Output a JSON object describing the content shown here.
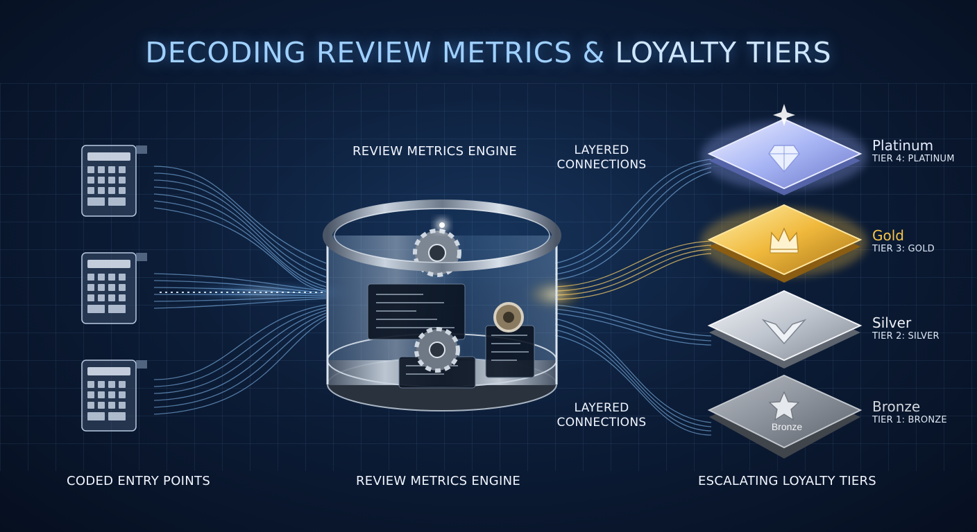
{
  "title": {
    "part1": "DECODING REVIEW METRICS & ",
    "part2": "LOYALTY TIERS"
  },
  "labels": {
    "engine_top": "REVIEW METRICS ENGINE",
    "layered_top_1": "LAYERED",
    "layered_top_2": "CONNECTIONS",
    "layered_bottom_1": "LAYERED",
    "layered_bottom_2": "CONNECTIONS",
    "entry_points": "CODED ENTRY POINTS",
    "engine_bottom": "REVIEW METRICS ENGINE",
    "loyalty_tiers": "ESCALATING LOYALTY TIERS"
  },
  "entry_points": [
    {
      "icon": "calculator-icon"
    },
    {
      "icon": "calculator-icon"
    },
    {
      "icon": "calculator-icon"
    }
  ],
  "tiers": [
    {
      "name": "Platinum",
      "sub": "TIER 4: PLATINUM",
      "icon": "diamond-icon",
      "color": "#b9c6ff"
    },
    {
      "name": "Gold",
      "sub": "TIER 3: GOLD",
      "icon": "crown-icon",
      "color": "#f5c84a"
    },
    {
      "name": "Silver",
      "sub": "TIER 2: SILVER",
      "icon": "wings-icon",
      "color": "#c9ced6"
    },
    {
      "name": "Bronze",
      "sub": "TIER 1: BRONZE",
      "icon": "star-icon",
      "color": "#8e939b",
      "plate_text": "Bronze"
    }
  ],
  "colors": {
    "glow_blue": "#7fc4ff",
    "glow_gold": "#ffd36a",
    "title": "#9fd0ff"
  }
}
